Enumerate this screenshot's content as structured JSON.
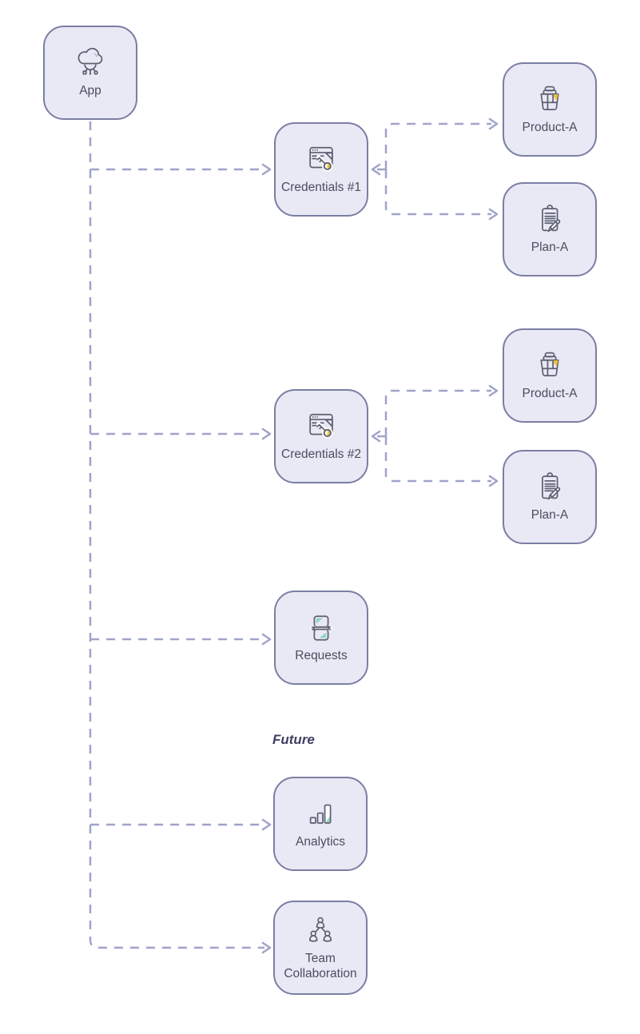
{
  "diagram": {
    "nodes": [
      {
        "id": "app",
        "label": "App",
        "icon": "cloud-settings-icon"
      },
      {
        "id": "credentials-1",
        "label": "Credentials #1",
        "icon": "browser-key-icon"
      },
      {
        "id": "product-a-1",
        "label": "Product-A",
        "icon": "shopping-basket-icon"
      },
      {
        "id": "plan-a-1",
        "label": "Plan-A",
        "icon": "clipboard-pencil-icon"
      },
      {
        "id": "credentials-2",
        "label": "Credentials #2",
        "icon": "browser-key-icon"
      },
      {
        "id": "product-a-2",
        "label": "Product-A",
        "icon": "shopping-basket-icon"
      },
      {
        "id": "plan-a-2",
        "label": "Plan-A",
        "icon": "clipboard-pencil-icon"
      },
      {
        "id": "requests",
        "label": "Requests",
        "icon": "sync-requests-icon"
      },
      {
        "id": "analytics",
        "label": "Analytics",
        "icon": "bar-chart-icon"
      },
      {
        "id": "team-collaboration",
        "label": "Team Collaboration",
        "icon": "team-collaboration-icon"
      }
    ],
    "annotations": [
      {
        "id": "future",
        "label": "Future"
      }
    ],
    "edges": [
      {
        "from": "app",
        "to": "credentials-1",
        "style": "dashed-arrow"
      },
      {
        "from": "app",
        "to": "credentials-2",
        "style": "dashed-arrow"
      },
      {
        "from": "app",
        "to": "requests",
        "style": "dashed-arrow"
      },
      {
        "from": "app",
        "to": "analytics",
        "style": "dashed-arrow"
      },
      {
        "from": "app",
        "to": "team-collaboration",
        "style": "dashed-arrow"
      },
      {
        "from": "credentials-1",
        "to": "product-a-1",
        "style": "dashed-arrow"
      },
      {
        "from": "credentials-1",
        "to": "plan-a-1",
        "style": "dashed-arrow"
      },
      {
        "from": "credentials-2",
        "to": "product-a-2",
        "style": "dashed-arrow"
      },
      {
        "from": "credentials-2",
        "to": "plan-a-2",
        "style": "dashed-arrow"
      }
    ],
    "colors": {
      "node_fill": "#e9e9f5",
      "node_border": "#7b7ea4",
      "connector": "#a0a3cb",
      "label_text": "#4b4d60",
      "annotation_text": "#3e4063",
      "icon_stroke": "#5d6072",
      "accent_yellow": "#edc23d",
      "accent_teal": "#8fd8c2",
      "accent_pink": "#f2a0a6",
      "accent_purple": "#b9bce2"
    }
  }
}
